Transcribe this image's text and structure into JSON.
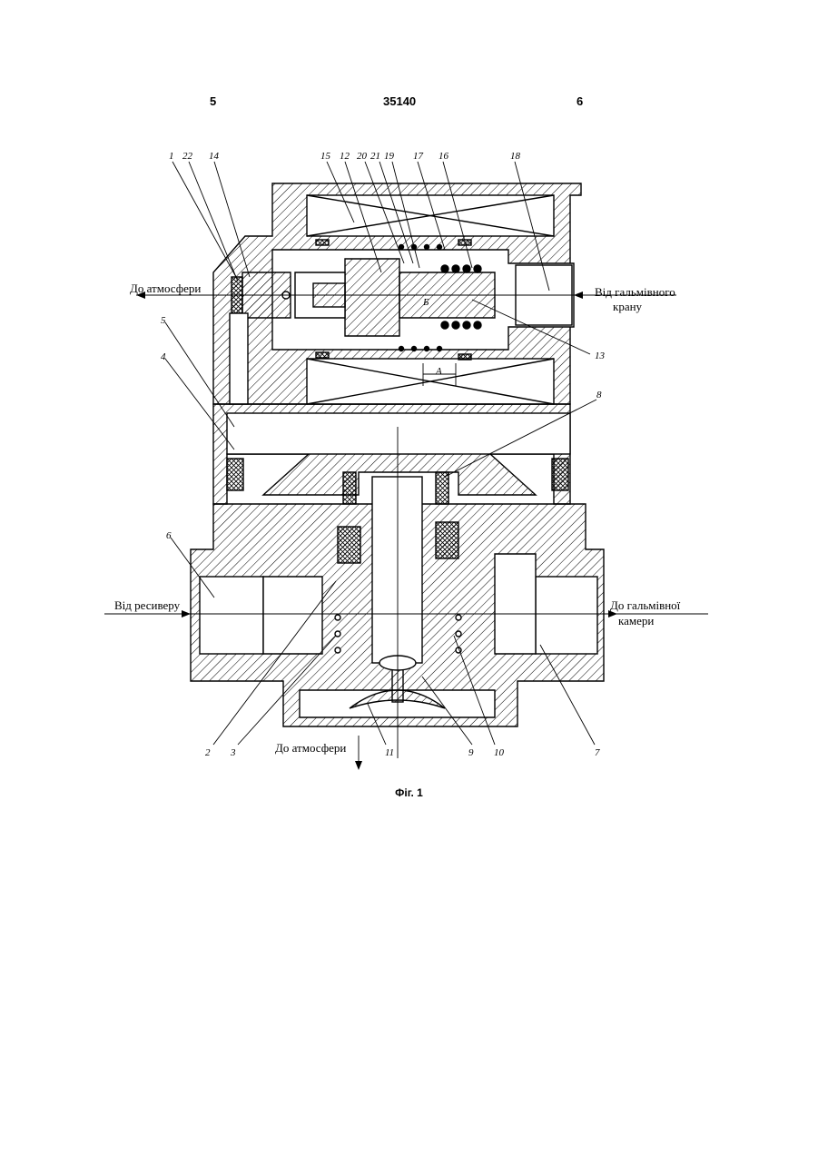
{
  "header": {
    "page_left": "5",
    "patent_number": "35140",
    "page_right": "6"
  },
  "figure": {
    "caption": "Фіг. 1",
    "labels": {
      "to_atmosphere_top": "До атмосфери",
      "from_brake_valve_1": "Від гальмівного",
      "from_brake_valve_2": "крану",
      "from_receiver": "Від ресиверу",
      "to_brake_chamber_1": "До гальмівної",
      "to_brake_chamber_2": "камери",
      "to_atmosphere_bottom": "До атмосфери",
      "section_a": "А",
      "section_b": "Б"
    },
    "reference_numbers": [
      "1",
      "22",
      "14",
      "15",
      "12",
      "20",
      "21",
      "19",
      "17",
      "16",
      "18",
      "5",
      "4",
      "13",
      "8",
      "6",
      "2",
      "3",
      "11",
      "9",
      "10",
      "7"
    ]
  }
}
